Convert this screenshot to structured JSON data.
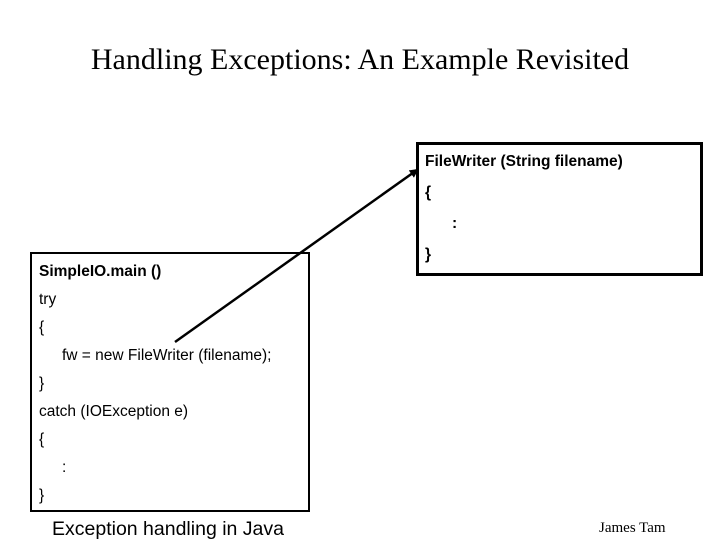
{
  "slide": {
    "title": "Handling Exceptions: An Example Revisited",
    "footer_left": "Exception handling in Java",
    "footer_right": "James Tam",
    "background_color": "#ffffff",
    "ink_color": "#000000"
  },
  "filewriter_box": {
    "lines": [
      "FileWriter (String filename)",
      "{",
      ":",
      "}"
    ]
  },
  "main_box": {
    "lines": [
      "SimpleIO.main ()",
      "try",
      "{",
      "fw = new FileWriter (filename);",
      "}",
      "catch (IOException e)",
      "{",
      ":",
      "}"
    ]
  },
  "icons": {
    "call_arrow": "diagonal-arrow-up-right"
  }
}
